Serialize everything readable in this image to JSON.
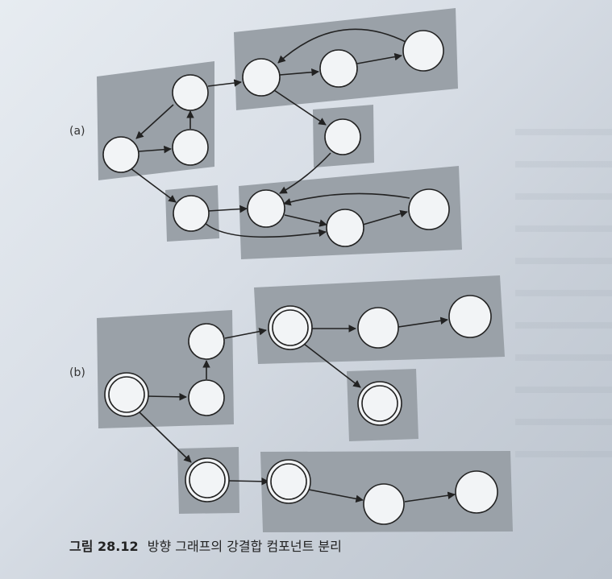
{
  "figure": {
    "label_a": "(a)",
    "label_b": "(b)",
    "caption_number": "그림 28.12",
    "caption_text": "방향 그래프의 강결합 컴포넌트 분리"
  },
  "colors": {
    "component_box": "#9aa1a8",
    "node_fill": "#f2f4f6",
    "stroke": "#222222"
  }
}
